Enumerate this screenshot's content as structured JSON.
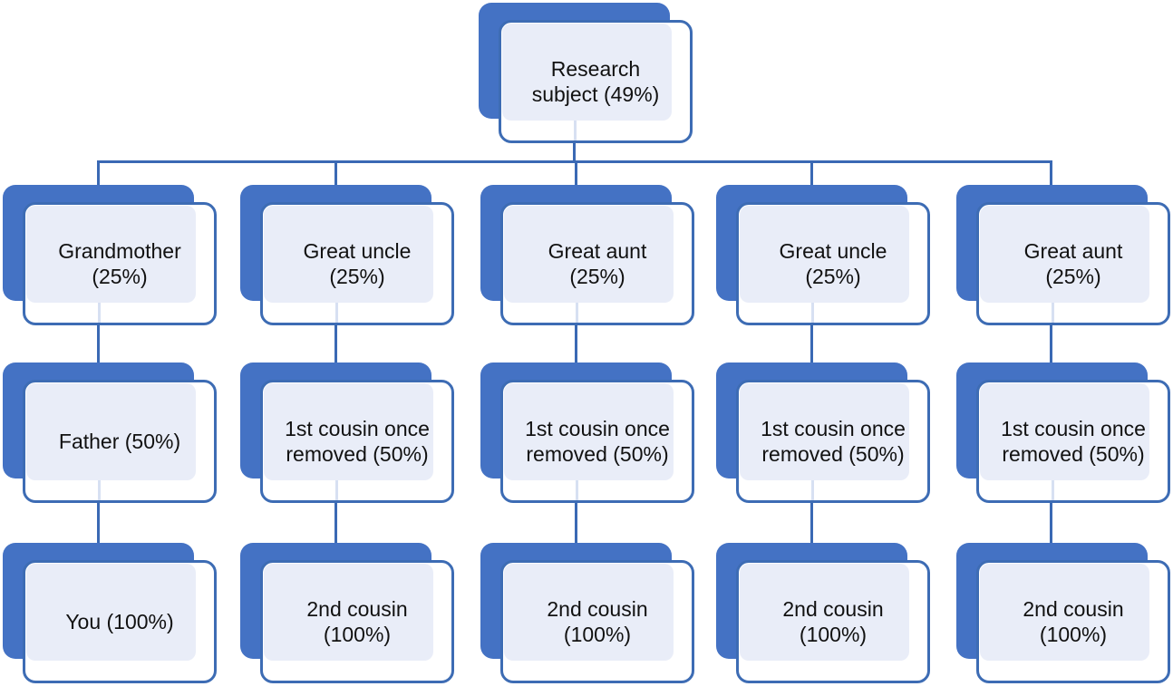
{
  "diagram": {
    "type": "org-chart",
    "description": "Family relationship chart with DNA match percentages",
    "root": {
      "label": "Research subject (49%)",
      "lines": [
        "Research",
        "subject (49%)"
      ]
    },
    "columns": [
      {
        "cells": [
          {
            "label": "Grandmother (25%)",
            "lines": [
              "Grandmother",
              "(25%)"
            ]
          },
          {
            "label": "Father (50%)",
            "lines": [
              "Father (50%)",
              ""
            ]
          },
          {
            "label": "You (100%)",
            "lines": [
              "You (100%)",
              ""
            ]
          }
        ]
      },
      {
        "cells": [
          {
            "label": "Great uncle (25%)",
            "lines": [
              "Great uncle",
              "(25%)"
            ]
          },
          {
            "label": "1st cousin once removed (50%)",
            "lines": [
              "1st cousin once",
              "removed (50%)"
            ]
          },
          {
            "label": "2nd cousin (100%)",
            "lines": [
              "2nd cousin",
              "(100%)"
            ]
          }
        ]
      },
      {
        "cells": [
          {
            "label": "Great aunt (25%)",
            "lines": [
              "Great aunt",
              "(25%)"
            ]
          },
          {
            "label": "1st cousin once removed (50%)",
            "lines": [
              "1st cousin once",
              "removed (50%)"
            ]
          },
          {
            "label": "2nd cousin (100%)",
            "lines": [
              "2nd cousin",
              "(100%)"
            ]
          }
        ]
      },
      {
        "cells": [
          {
            "label": "Great uncle (25%)",
            "lines": [
              "Great uncle",
              "(25%)"
            ]
          },
          {
            "label": "1st cousin once removed (50%)",
            "lines": [
              "1st cousin once",
              "removed (50%)"
            ]
          },
          {
            "label": "2nd cousin (100%)",
            "lines": [
              "2nd cousin",
              "(100%)"
            ]
          }
        ]
      },
      {
        "cells": [
          {
            "label": "Great aunt (25%)",
            "lines": [
              "Great aunt",
              "(25%)"
            ]
          },
          {
            "label": "1st cousin once removed (50%)",
            "lines": [
              "1st cousin once",
              "removed (50%)"
            ]
          },
          {
            "label": "2nd cousin (100%)",
            "lines": [
              "2nd cousin",
              "(100%)"
            ]
          }
        ]
      }
    ],
    "colors": {
      "node_shadow_blue": "#4472C4",
      "node_border_blue": "#3D6CB4",
      "node_fill_lavender": "#E9EDF8",
      "connector_blue": "#3A69B4",
      "text": "#111111",
      "background": "#FFFFFF"
    }
  }
}
